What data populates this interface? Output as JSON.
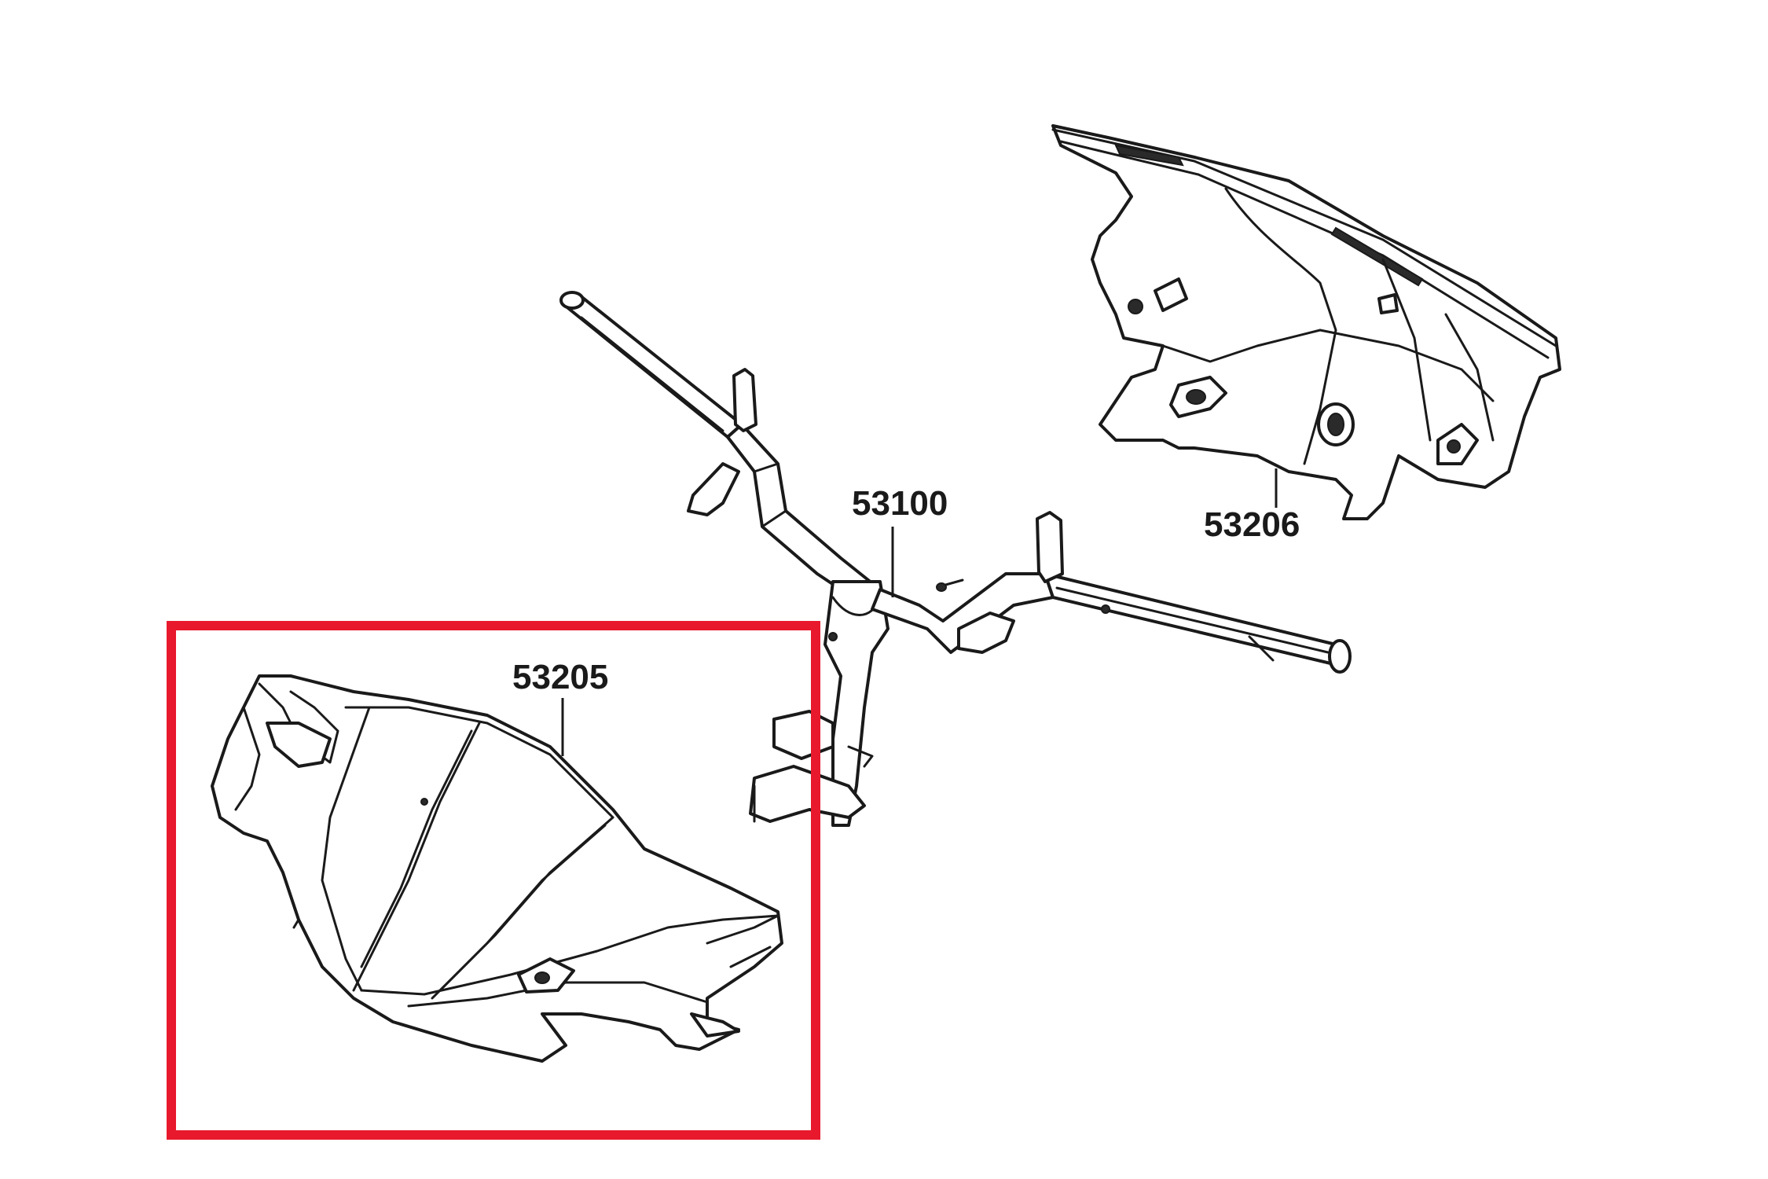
{
  "parts": [
    {
      "id": "handlebar",
      "number": "53100"
    },
    {
      "id": "front-cover",
      "number": "53205"
    },
    {
      "id": "rear-cover",
      "number": "53206"
    }
  ],
  "highlight": {
    "part_number": "53205",
    "color": "#e8192c"
  },
  "colors": {
    "line": "#1a1a1a",
    "background": "#ffffff"
  }
}
